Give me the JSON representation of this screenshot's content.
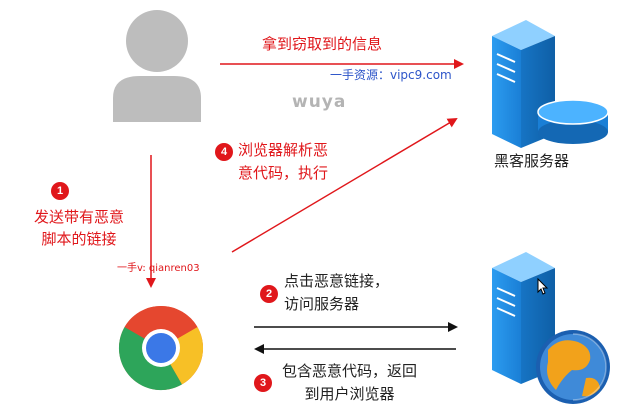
{
  "labels": {
    "steal_info": "拿到窃取到的信息",
    "hacker_server": "黑客服务器",
    "step1": "发送带有恶意\n脚本的链接",
    "step2": "点击恶意链接，\n访问服务器",
    "step3": "包含恶意代码，返回\n到用户浏览器",
    "step4": "浏览器解析恶\n意代码，执行"
  },
  "badges": {
    "step1": "1",
    "step2": "2",
    "step3": "3",
    "step4": "4"
  },
  "watermarks": {
    "source": "一手资源：vipc9.com",
    "wuya": "wuya",
    "qianren": "一手v: qianren03"
  },
  "icons": {
    "attacker": "user-silhouette-icon",
    "hacker_server": "server-database-icon",
    "browser": "chrome-browser-icon",
    "web_server": "server-globe-icon"
  },
  "colors": {
    "arrow_red": "#e0171b",
    "arrow_black": "#111111",
    "server_blue": "#1f8ce6",
    "person_gray": "#bdbdbd"
  }
}
